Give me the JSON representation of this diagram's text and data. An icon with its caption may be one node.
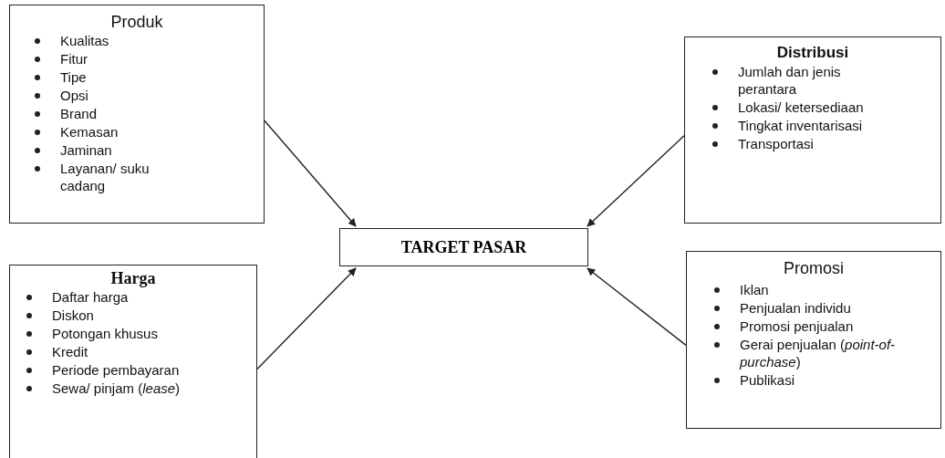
{
  "diagram": {
    "nodes": [
      {
        "text": [
          "Produk",
          "Kualitas",
          "Fitur",
          "Tipe",
          "Opsi",
          "Brand",
          "Kemasan",
          "Jaminan",
          "Layanan/ suku cadang"
        ]
      },
      {
        "text": [
          "Distribusi",
          "Jumlah dan jenis perantara",
          "Lokasi/ ketersediaan",
          "Tingkat inventarisasi",
          "Transportasi"
        ]
      },
      {
        "text": [
          "TARGET PASAR"
        ]
      },
      {
        "text": [
          "Harga",
          "Daftar harga",
          "Diskon",
          "Potongan khusus",
          "Kredit",
          "Periode pembayaran",
          "Sewa/ pinjam (*lease*)"
        ]
      },
      {
        "text": [
          "Promosi",
          "Iklan",
          "Penjualan individu",
          "Promosi penjualan",
          "Gerai penjualan (*point-of-purchase*)",
          "Publikasi"
        ]
      }
    ],
    "edges": [
      {
        "from": 0,
        "to": 2,
        "arrow": "to"
      },
      {
        "from": 1,
        "to": 2,
        "arrow": "to"
      },
      {
        "from": 3,
        "to": 2,
        "arrow": "to"
      },
      {
        "from": 4,
        "to": 2,
        "arrow": "to"
      }
    ]
  }
}
